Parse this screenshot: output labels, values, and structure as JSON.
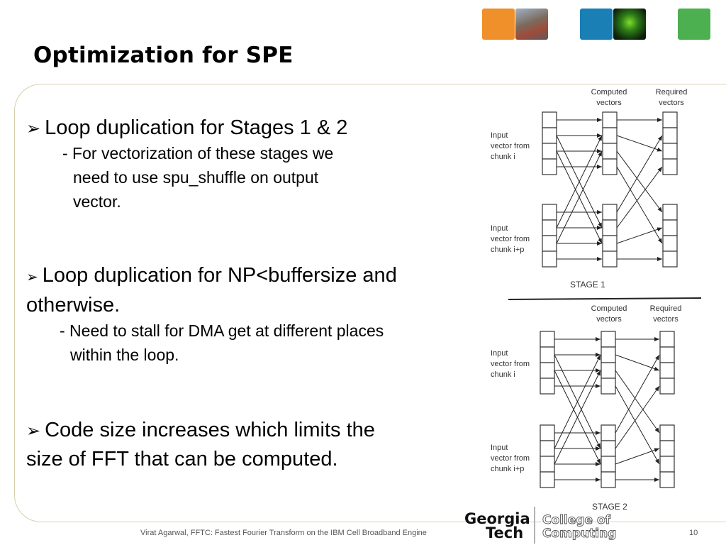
{
  "slide": {
    "title": "Optimization for SPE",
    "bullets": [
      {
        "lines": [
          "Loop duplication for Stages 1 & 2"
        ],
        "sub": [
          "- For vectorization of these stages we",
          "need to use spu_shuffle on output",
          "vector."
        ]
      },
      {
        "lines": [
          "Loop duplication for NP<buffersize and",
          "otherwise."
        ],
        "sub": [
          "- Need to stall for DMA get at different places",
          "within the loop."
        ]
      },
      {
        "lines": [
          "Code size increases which limits the",
          "size of FFT that can be computed."
        ],
        "sub": []
      }
    ],
    "bullet_marker": "➢"
  },
  "diagram": {
    "stage1": {
      "col_computed": [
        "Computed",
        "vectors"
      ],
      "col_required": [
        "Required",
        "vectors"
      ],
      "input_top": [
        "Input",
        "vector from",
        "chunk i"
      ],
      "input_bottom": [
        "Input",
        "vector from",
        "chunk i+p"
      ],
      "label": "STAGE 1"
    },
    "stage2": {
      "col_computed": [
        "Computed",
        "vectors"
      ],
      "col_required": [
        "Required",
        "vectors"
      ],
      "input_top": [
        "Input",
        "vector from",
        "chunk i"
      ],
      "input_bottom": [
        "Input",
        "vector from",
        "chunk i+p"
      ],
      "label": "STAGE 2"
    }
  },
  "footer": {
    "text": "Virat Agarwal, FFTC: Fastest Fourier Transform on the IBM Cell Broadband Engine",
    "page": "10"
  },
  "logo": {
    "line1": "Georgia",
    "line2": "Tech",
    "college1": "College of",
    "college2": "Computing"
  },
  "colors": {
    "tile_orange": "#f0902a",
    "tile_blue": "#1a7fb5",
    "tile_green": "#4caf50",
    "frame": "#d9cfae"
  }
}
